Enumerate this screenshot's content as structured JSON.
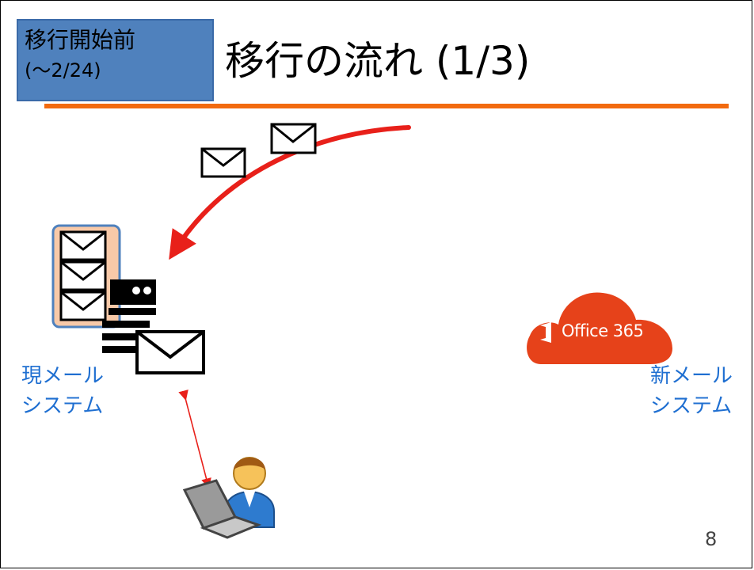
{
  "header": {
    "phase_line1": "移行開始前",
    "phase_line2": "(〜2/24)",
    "title": "移行の流れ (1/3)"
  },
  "current_system": {
    "label_line1": "現メール",
    "label_line2": "システム"
  },
  "new_system": {
    "label_line1": "新メール",
    "label_line2": "システム",
    "logo_text": "Office 365"
  },
  "footer": {
    "page_number": "8"
  },
  "colors": {
    "badge_bg": "#4f81bd",
    "accent_rule": "#f26a0f",
    "label_text": "#1f6fd1",
    "flow_arrow": "#e8201a",
    "office_red": "#e6421a",
    "mailbox_bg": "#f8c9a8"
  }
}
